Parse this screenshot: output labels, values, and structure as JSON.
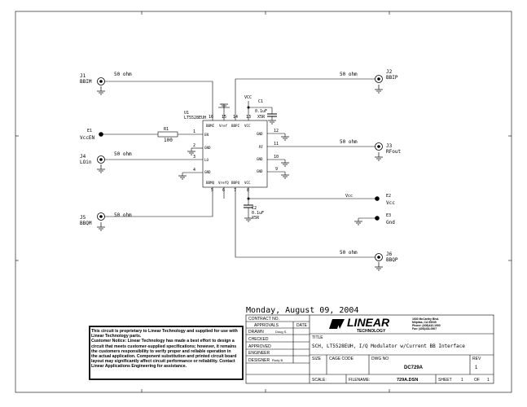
{
  "schematic": {
    "connectors": {
      "j1": {
        "ref": "J1",
        "name": "BBIM"
      },
      "j2": {
        "ref": "J2",
        "name": "BBIP"
      },
      "j3": {
        "ref": "J3",
        "name": "RFout"
      },
      "j4": {
        "ref": "J4",
        "name": "LOin"
      },
      "j5": {
        "ref": "J5",
        "name": "BBQM"
      },
      "j6": {
        "ref": "J6",
        "name": "BBQP"
      }
    },
    "terminals": {
      "e1": {
        "ref": "E1",
        "name": "VccEN"
      },
      "e2": {
        "ref": "E2",
        "name": "Vcc"
      },
      "e3": {
        "ref": "E3",
        "name": "Gnd"
      }
    },
    "impedance_label": "50 ohm",
    "resistor": {
      "ref": "R1",
      "value": "100"
    },
    "capacitors": {
      "c1": {
        "ref": "C1",
        "value": "0.1uF",
        "dielectric": "X5R"
      },
      "c2": {
        "ref": "C2",
        "value": "0.1uF",
        "dielectric": "X5R"
      }
    },
    "net_vcc": "VCC",
    "net_vcc_lower": "Vcc",
    "ic": {
      "ref": "U1",
      "part": "LT5528EUH",
      "top_pins": {
        "bbmi": "BBMI",
        "vref": "Vref",
        "bbpi": "BBPI",
        "vcc": "VCC"
      },
      "bottom_pins": {
        "bbmq": "BBMQ",
        "vref": "VrefQ",
        "bbpq": "BBPQ",
        "vcc": "VCC"
      },
      "left_pins": {
        "en": "EN",
        "gnd2": "GND",
        "lo": "LO",
        "gnd4": "GND"
      },
      "right_pins": {
        "gnd12": "GND",
        "rf": "RF",
        "gnd10": "GND",
        "gnd9": "GND"
      },
      "pin_numbers": {
        "p1": "1",
        "p2": "2",
        "p3": "3",
        "p4": "4",
        "p5": "5",
        "p6": "6",
        "p7": "7",
        "p8": "8",
        "p9": "9",
        "p10": "10",
        "p11": "11",
        "p12": "12",
        "p13": "13",
        "p14": "14",
        "p15": "15",
        "p16": "16"
      }
    }
  },
  "date_stamp": "Monday, August 09, 2004",
  "notice": {
    "line1": "This circuit is proprietary to Linear Technology and supplied for use with Linear Technology parts.",
    "line2": "Customer Notice: Linear Technology has made a best effort to design a circuit that meets customer-supplied specifications; however, it remains the customers responsibility to verify proper and reliable operation in the actual application. Component substitution and printed circuit board layout may significantly affect circuit performance or reliability. Contact Linear Applications Engineering for assistance."
  },
  "title_block": {
    "contract_no": "CONTRACT NO.",
    "approvals": "APPROVALS",
    "date": "DATE",
    "drawn": "DRAWN",
    "drawn_by": "Doug S.",
    "checked": "CHECKED",
    "approved": "APPROVED",
    "engineer": "ENGINEER",
    "designer": "DESIGNER",
    "designer_name": "Rudy B",
    "logo_text": "LINEAR",
    "logo_sub": "TECHNOLOGY",
    "address": [
      "1630 McCarthy Blvd.",
      "Milpitas, CA 95035",
      "Phone: (408)432-1900",
      "Fax: (408)434-0507"
    ],
    "title_label": "TITLE",
    "title": "SCH, LT5528EUH, I/Q Modulator w/Current BB Interface",
    "size": "SIZE",
    "cage_code": "CAGE CODE",
    "dwg_no": "DWG NO",
    "dwg_value": "DC729A",
    "rev": "REV",
    "rev_value": "1",
    "scale": "SCALE:",
    "filename_label": "FILENAME:",
    "filename": "729A.DSN",
    "sheet_label": "SHEET",
    "sheet": "1",
    "of_label": "OF",
    "of": "1"
  }
}
